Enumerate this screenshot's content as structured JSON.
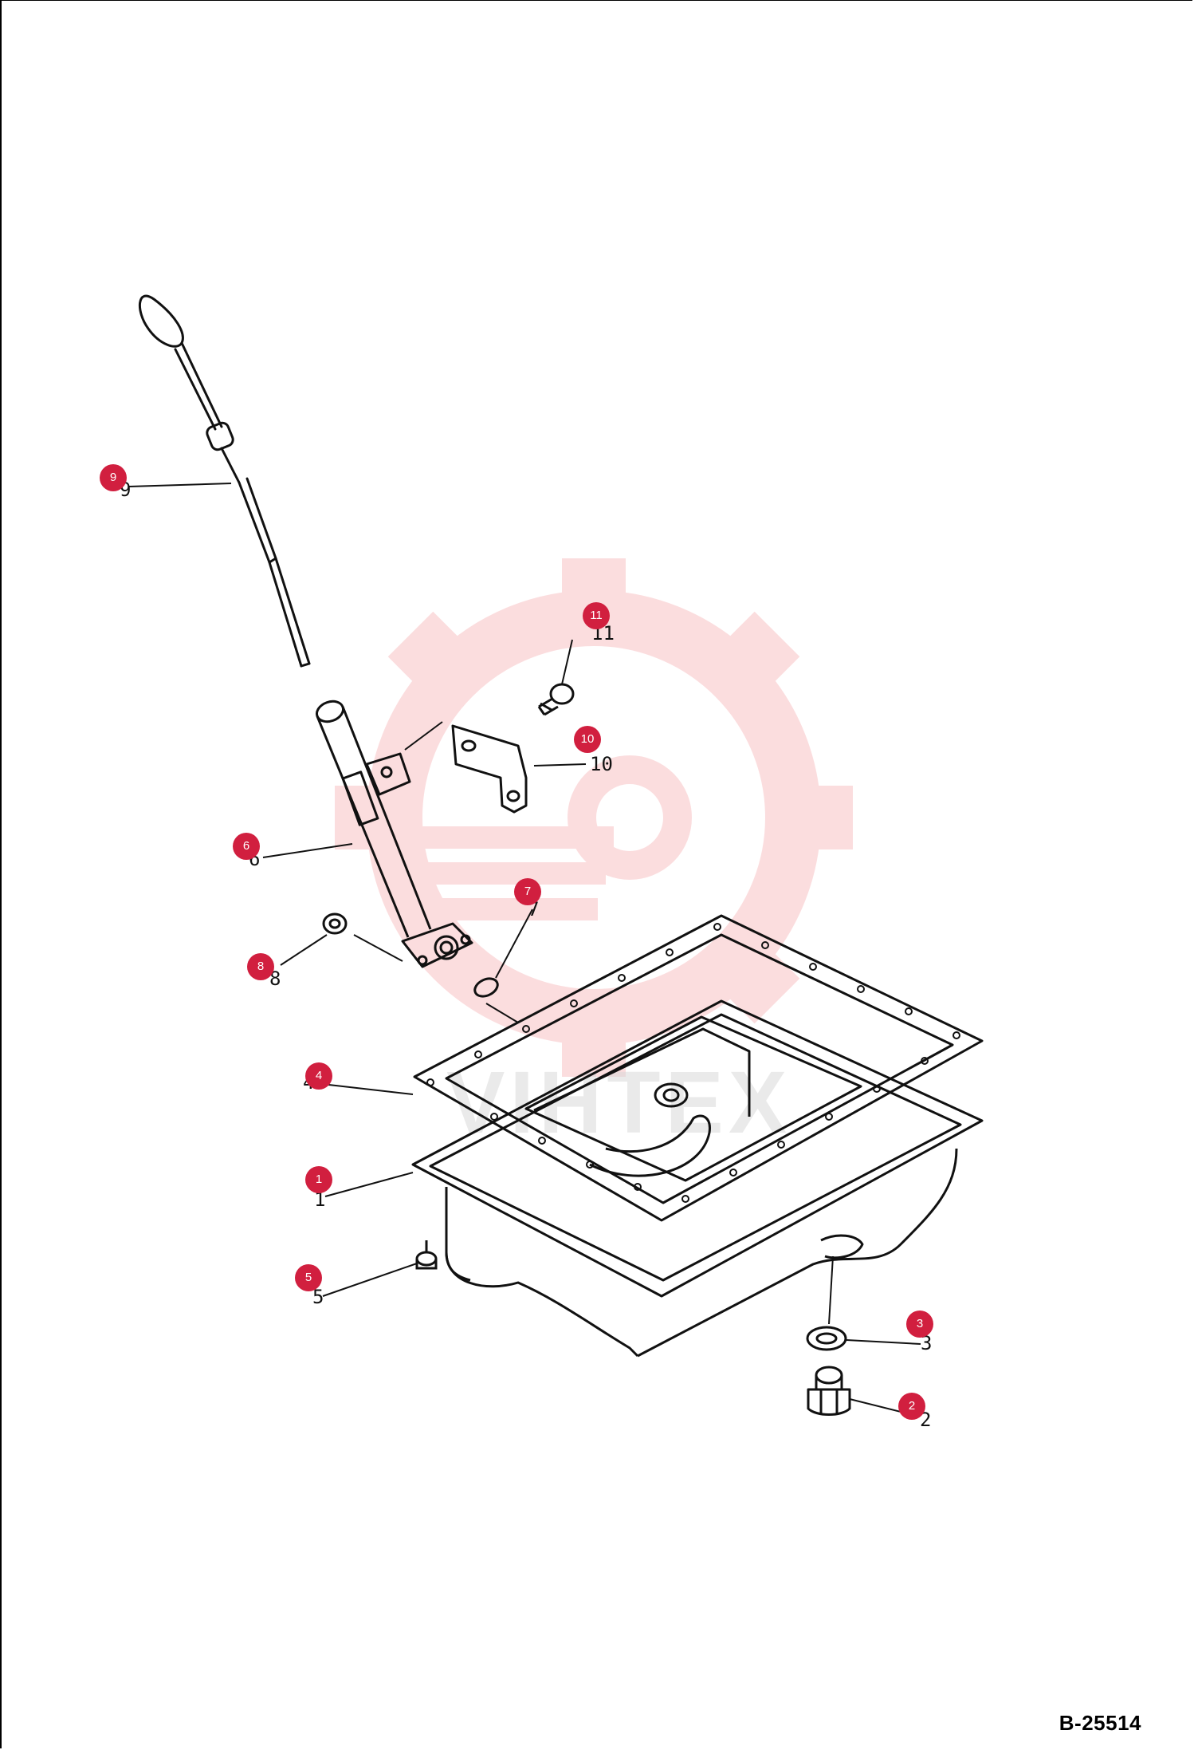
{
  "figure": {
    "number": "B-25514",
    "watermark_text": "VIHTEX"
  },
  "callouts": [
    {
      "id": "9",
      "label": "9"
    },
    {
      "id": "11",
      "label": "11"
    },
    {
      "id": "10",
      "label": "10"
    },
    {
      "id": "6",
      "label": "6"
    },
    {
      "id": "7",
      "label": "7"
    },
    {
      "id": "8",
      "label": "8"
    },
    {
      "id": "4",
      "label": "4"
    },
    {
      "id": "1",
      "label": "1"
    },
    {
      "id": "5",
      "label": "5"
    },
    {
      "id": "3",
      "label": "3"
    },
    {
      "id": "2",
      "label": "2"
    }
  ],
  "handwritten_labels": [
    "9",
    "11",
    "10",
    "6",
    "7",
    "8",
    "4",
    "1",
    "5",
    "3",
    "2"
  ],
  "colors": {
    "callout": "#d11f3f",
    "watermark": "#e8323b",
    "line": "#111111"
  }
}
